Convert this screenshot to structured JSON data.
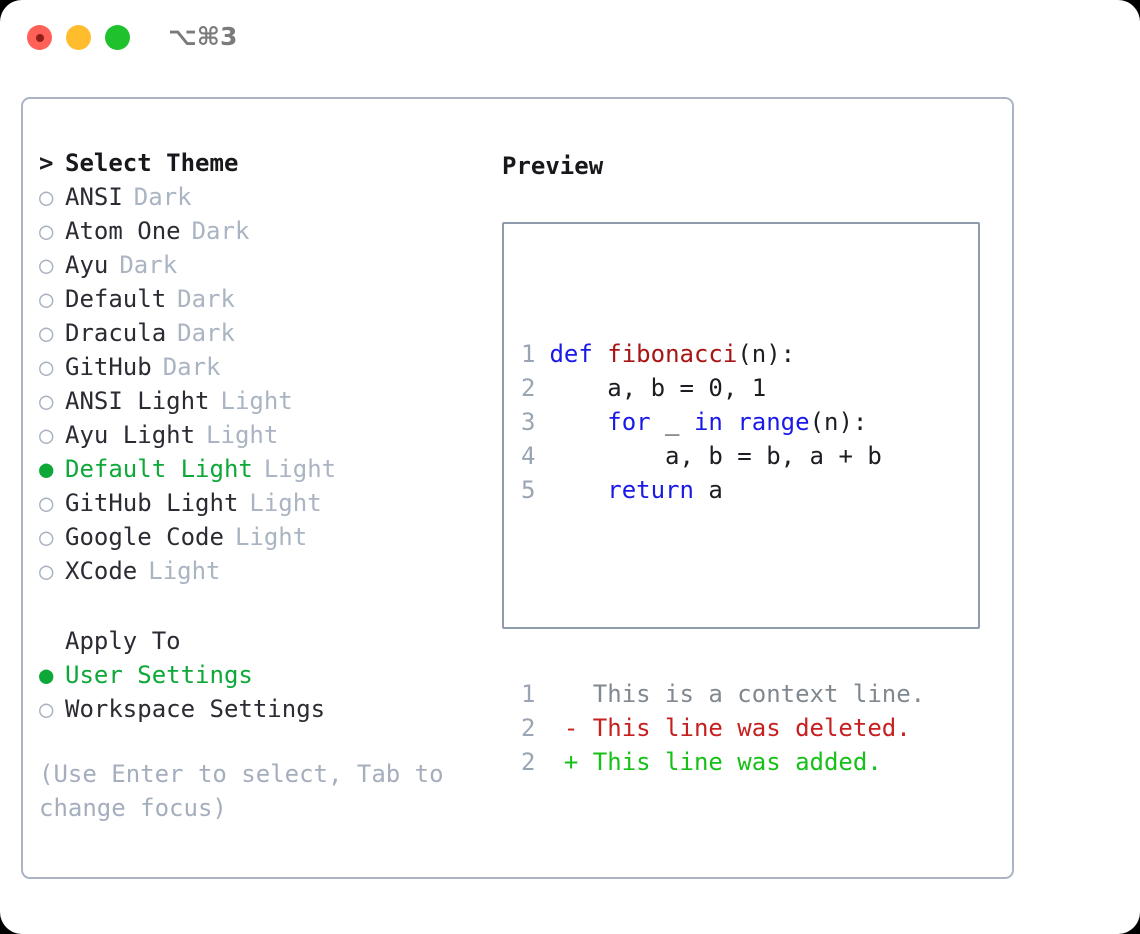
{
  "titlebar": {
    "shortcut": "⌥⌘3",
    "buttons": [
      {
        "name": "close",
        "color": "#ff6159"
      },
      {
        "name": "minimize",
        "color": "#ffbd2e"
      },
      {
        "name": "zoom",
        "color": "#1fc22c"
      }
    ]
  },
  "theme_picker": {
    "prompt_marker": ">",
    "header": "Select Theme",
    "unselected_marker": "○",
    "selected_marker": "●",
    "items": [
      {
        "name": "ANSI",
        "category": "Dark",
        "selected": false
      },
      {
        "name": "Atom One",
        "category": "Dark",
        "selected": false
      },
      {
        "name": "Ayu",
        "category": "Dark",
        "selected": false
      },
      {
        "name": "Default",
        "category": "Dark",
        "selected": false
      },
      {
        "name": "Dracula",
        "category": "Dark",
        "selected": false
      },
      {
        "name": "GitHub",
        "category": "Dark",
        "selected": false
      },
      {
        "name": "ANSI Light",
        "category": "Light",
        "selected": false
      },
      {
        "name": "Ayu Light",
        "category": "Light",
        "selected": false
      },
      {
        "name": "Default Light",
        "category": "Light",
        "selected": true
      },
      {
        "name": "GitHub Light",
        "category": "Light",
        "selected": false
      },
      {
        "name": "Google Code",
        "category": "Light",
        "selected": false
      },
      {
        "name": "XCode",
        "category": "Light",
        "selected": false
      }
    ]
  },
  "apply_to": {
    "label": "Apply To",
    "items": [
      {
        "name": "User Settings",
        "selected": true
      },
      {
        "name": "Workspace Settings",
        "selected": false
      }
    ]
  },
  "hint": "(Use Enter to select, Tab to change focus)",
  "preview": {
    "title": "Preview",
    "code_lines": [
      {
        "num": "1",
        "tokens": [
          {
            "t": "def",
            "c": "kw"
          },
          {
            "t": " ",
            "c": "plain"
          },
          {
            "t": "fibonacci",
            "c": "fn"
          },
          {
            "t": "(n):",
            "c": "plain"
          }
        ]
      },
      {
        "num": "2",
        "tokens": [
          {
            "t": "    a, b = 0, 1",
            "c": "plain"
          }
        ]
      },
      {
        "num": "3",
        "tokens": [
          {
            "t": "    ",
            "c": "plain"
          },
          {
            "t": "for",
            "c": "kw"
          },
          {
            "t": " _ ",
            "c": "plain"
          },
          {
            "t": "in",
            "c": "kw"
          },
          {
            "t": " ",
            "c": "plain"
          },
          {
            "t": "range",
            "c": "kw"
          },
          {
            "t": "(n):",
            "c": "plain"
          }
        ]
      },
      {
        "num": "4",
        "tokens": [
          {
            "t": "        a, b = b, a + b",
            "c": "plain"
          }
        ]
      },
      {
        "num": "5",
        "tokens": [
          {
            "t": "    ",
            "c": "plain"
          },
          {
            "t": "return",
            "c": "kw"
          },
          {
            "t": " a",
            "c": "plain"
          }
        ]
      }
    ],
    "diff_lines": [
      {
        "num": "1",
        "sign": " ",
        "text": "This is a context line.",
        "kind": "ctx"
      },
      {
        "num": "2",
        "sign": "-",
        "text": "This line was deleted.",
        "kind": "del"
      },
      {
        "num": "2",
        "sign": "+",
        "text": "This line was added.",
        "kind": "add"
      }
    ]
  },
  "colors": {
    "accent_green": "#0ea838",
    "muted": "#aab4c2",
    "text": "#2b2b33",
    "keyword_blue": "#1a1ae6",
    "function_red": "#a81414",
    "diff_delete": "#c62020",
    "diff_add": "#17c017",
    "panel_border": "#aab4c2",
    "preview_border": "#8d9bac"
  }
}
